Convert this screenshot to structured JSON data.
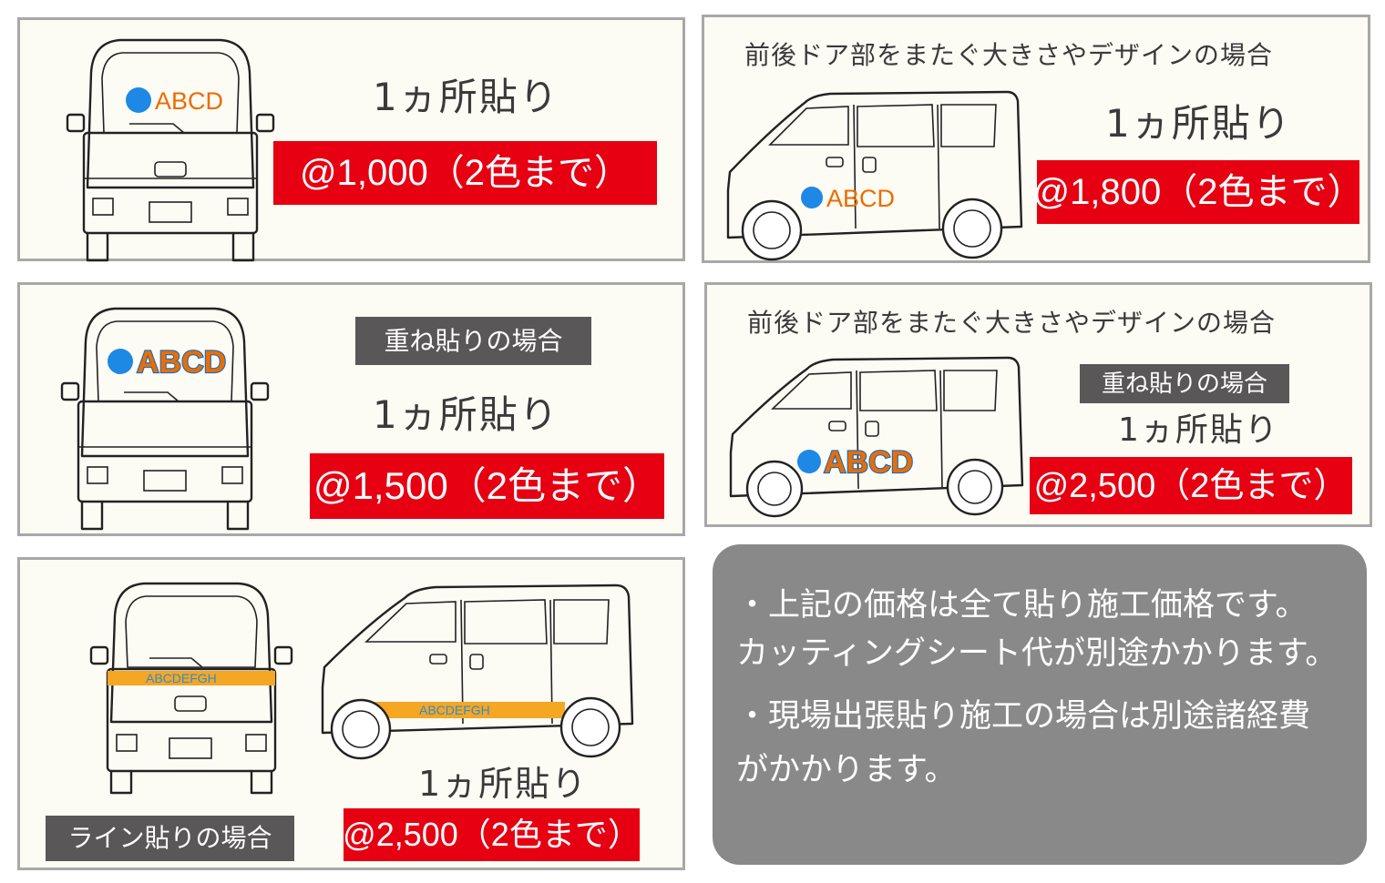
{
  "common": {
    "count_label": "1ヵ所貼り",
    "across_doors": "前後ドア部をまたぐ大きさやデザインの場合",
    "overlay_tag": "重ね貼りの場合",
    "line_tag": "ライン貼りの場合",
    "sticker_text": "ABCD",
    "line_text": "ABCDEFGH"
  },
  "prices": {
    "rear_single": "@1,000（2色まで）",
    "side_single": "@1,800（2色まで）",
    "rear_overlay": "@1,500（2色まで）",
    "side_overlay": "@2,500（2色まで）",
    "line": "@2,500（2色まで）"
  },
  "notes": [
    "・上記の価格は全て貼り施工価格です。",
    "カッティングシート代が別途かかります。",
    "・現場出張貼り施工の場合は別途諸経費",
    "がかかります。"
  ],
  "colors": {
    "price_bg": "#e60012",
    "tag_bg": "#595757",
    "note_bg": "#898989",
    "panel_bg": "#fcfbf4",
    "sticker_orange": "#ed6c00",
    "sticker_blue": "#1e88e5",
    "line_band": "#f5a623"
  }
}
